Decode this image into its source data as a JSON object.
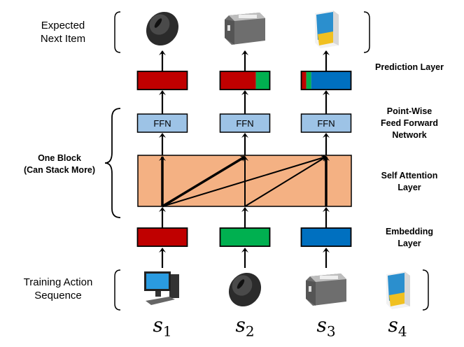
{
  "labels": {
    "expected_next_item": [
      "Expected",
      "Next Item"
    ],
    "prediction_layer": "Prediction Layer",
    "pointwise_ffn": [
      "Point-Wise",
      "Feed Forward",
      "Network"
    ],
    "one_block": [
      "One Block",
      "(Can Stack More)"
    ],
    "self_attention": [
      "Self Attention",
      "Layer"
    ],
    "embedding": [
      "Embedding",
      "Layer"
    ],
    "training_sequence": [
      "Training Action",
      "Sequence"
    ]
  },
  "ffn_label": "FFN",
  "sequence": [
    {
      "symbol": "s",
      "index": "1",
      "item": "desktop-computer",
      "embedding_color": "#c00000"
    },
    {
      "symbol": "s",
      "index": "2",
      "item": "computer-mouse",
      "embedding_color": "#00b050"
    },
    {
      "symbol": "s",
      "index": "3",
      "item": "printer",
      "embedding_color": "#0070c0"
    },
    {
      "symbol": "s",
      "index": "4",
      "item": "paper-ream",
      "embedding_color": null
    }
  ],
  "expected_next_items": [
    "computer-mouse",
    "printer",
    "paper-ream"
  ],
  "prediction_mixes": [
    [
      {
        "color": "#c00000",
        "fraction": 1.0
      }
    ],
    [
      {
        "color": "#c00000",
        "fraction": 0.72
      },
      {
        "color": "#00b050",
        "fraction": 0.28
      }
    ],
    [
      {
        "color": "#c00000",
        "fraction": 0.1
      },
      {
        "color": "#00b050",
        "fraction": 0.1
      },
      {
        "color": "#0070c0",
        "fraction": 0.8
      }
    ]
  ],
  "attention_edges": [
    {
      "from": 1,
      "to": 1,
      "weight": "strong"
    },
    {
      "from": 1,
      "to": 2,
      "weight": "strong"
    },
    {
      "from": 2,
      "to": 2,
      "weight": "normal"
    },
    {
      "from": 1,
      "to": 3,
      "weight": "normal"
    },
    {
      "from": 2,
      "to": 3,
      "weight": "normal"
    },
    {
      "from": 3,
      "to": 3,
      "weight": "strong"
    }
  ],
  "colors": {
    "ffn_fill": "#9dc3e6",
    "attention_fill": "#f4b183",
    "red": "#c00000",
    "green": "#00b050",
    "blue": "#0070c0"
  }
}
